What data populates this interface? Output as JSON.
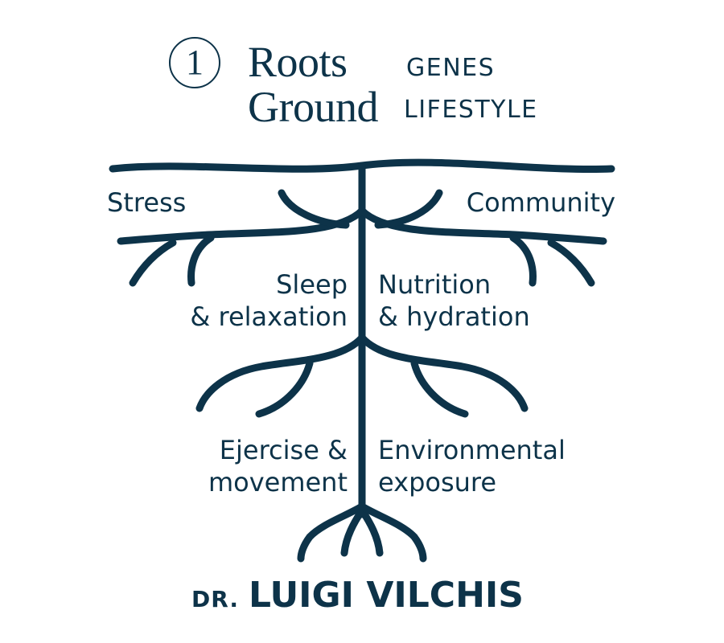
{
  "header": {
    "step_number": "1",
    "title_line1": "Roots",
    "title_line2": "Ground",
    "subtitle_line1": "GENES",
    "subtitle_line2": "LIFESTYLE"
  },
  "labels": {
    "stress": "Stress",
    "community": "Community",
    "sleep": [
      "Sleep",
      "& relaxation"
    ],
    "nutrition": [
      "Nutrition",
      "& hydration"
    ],
    "exercise": [
      "Ejercise &",
      "movement"
    ],
    "environment": [
      "Environmental",
      "exposure"
    ]
  },
  "footer": {
    "prefix": "DR.",
    "name": "LUIGI VILCHIS"
  },
  "colors": {
    "ink": "#0d3349",
    "background": "#ffffff"
  }
}
